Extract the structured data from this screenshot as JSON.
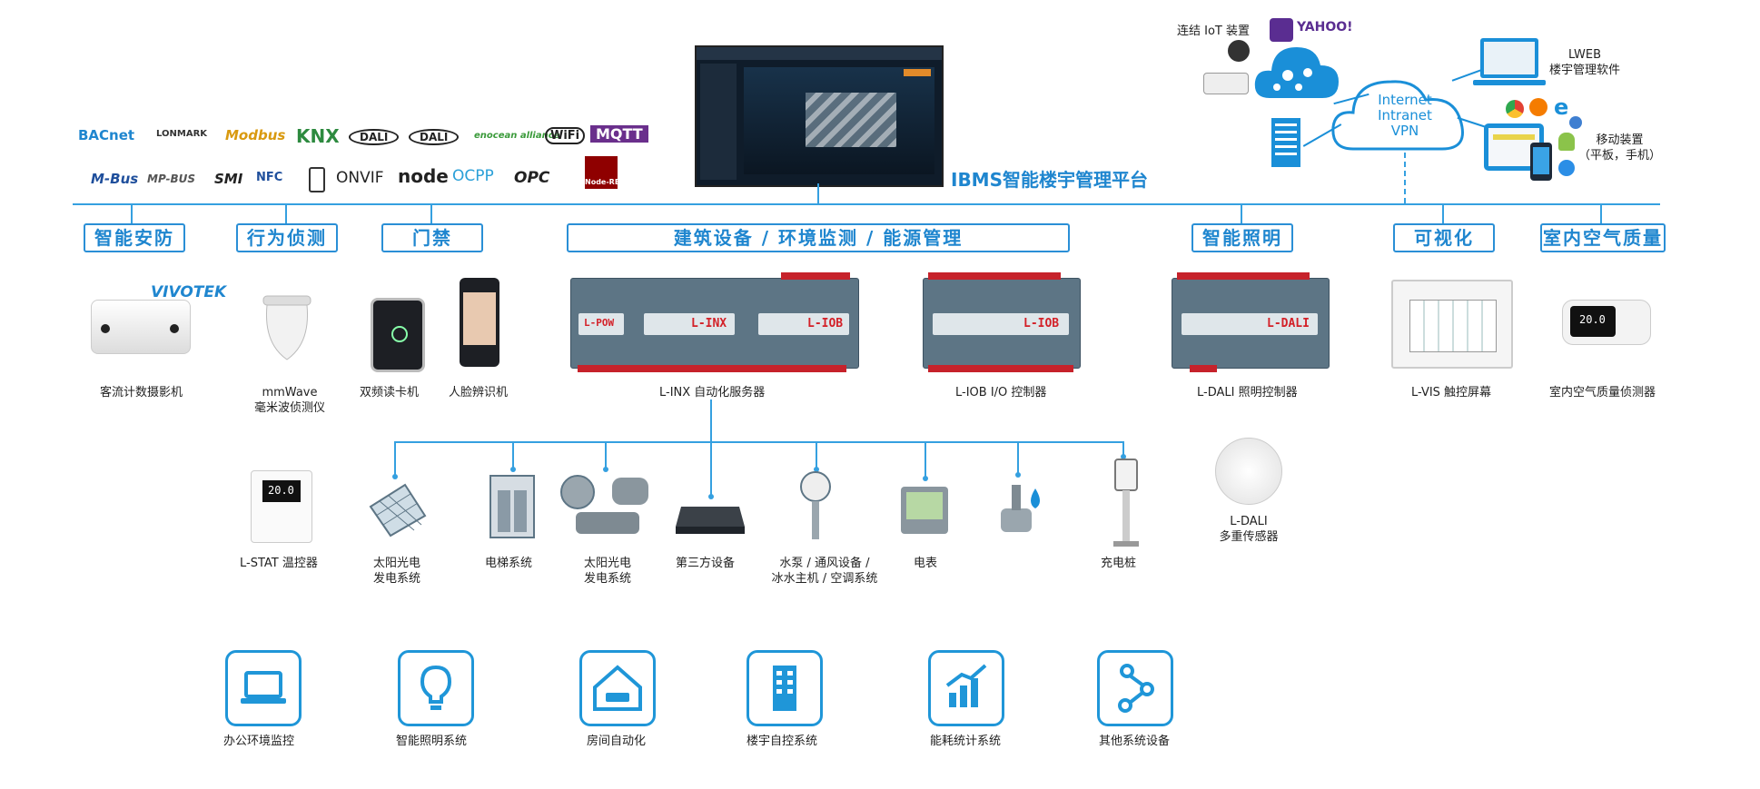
{
  "colors": {
    "accent": "#1f86cf",
    "line": "#35a0e0",
    "device": "#5d7585",
    "terminal": "#c6222b"
  },
  "platform": {
    "title": "IBMS智能楼宇管理平台"
  },
  "network": {
    "iot_label": "连结 IoT 装置",
    "yahoo": "YAHOO!",
    "cloud_lines": [
      "Internet",
      "Intranet",
      "VPN"
    ],
    "lweb_line1": "LWEB",
    "lweb_line2": "楼宇管理软件",
    "mobile_line1": "移动装置",
    "mobile_line2": "（平板，手机）"
  },
  "protocols": {
    "row1": [
      "BACnet",
      "LONMARK",
      "Modbus",
      "KNX",
      "DALI",
      "DALI",
      "enocean alliance",
      "WiFi",
      "MQTT"
    ],
    "row2": [
      "M-Bus",
      "MP-BUS",
      "SMI",
      "NFC",
      "ONVIF",
      "node",
      "OCPP",
      "OPC",
      "Node-RED"
    ]
  },
  "categories": [
    "智能安防",
    "行为侦测",
    "门禁",
    "建筑设备 / 环境监测 / 能源管理",
    "智能照明",
    "可视化",
    "室内空气质量"
  ],
  "brand": "VIVOTEK",
  "devices_row1": {
    "people_counter": "客流计数摄影机",
    "mmwave_1": "mmWave",
    "mmwave_2": "毫米波侦测仪",
    "card_reader": "双频读卡机",
    "face": "人脸辨识机",
    "linx": "L-INX 自动化服务器",
    "liob": "L-IOB I/O 控制器",
    "ldali": "L-DALI 照明控制器",
    "lvis": "L-VIS 触控屏幕",
    "iaq": "室内空气质量侦测器"
  },
  "module_text": {
    "pow": "L-POW",
    "inx": "L-INX",
    "iob": "L-IOB",
    "dali": "L-DALI",
    "thermo": "20.0",
    "iaq": "20.0"
  },
  "devices_row2": {
    "lstat": "L-STAT 温控器",
    "solar1_1": "太阳光电",
    "solar1_2": "发电系统",
    "elevator": "电梯系统",
    "solar2_1": "太阳光电",
    "solar2_2": "发电系统",
    "thirdparty": "第三方设备",
    "pump_1": "水泵 / 通风设备 /",
    "pump_2": "冰水主机 / 空调系统",
    "meter": "电表",
    "charger": "充电桩",
    "sensor_1": "L-DALI",
    "sensor_2": "多重传感器"
  },
  "services": [
    {
      "label": "办公环境监控",
      "icon": "laptop-icon"
    },
    {
      "label": "智能照明系统",
      "icon": "lightbulb-icon"
    },
    {
      "label": "房间自动化",
      "icon": "house-sofa-icon"
    },
    {
      "label": "楼宇自控系统",
      "icon": "building-icon"
    },
    {
      "label": "能耗统计系统",
      "icon": "bar-chart-icon"
    },
    {
      "label": "其他系统设备",
      "icon": "network-nodes-icon"
    }
  ]
}
